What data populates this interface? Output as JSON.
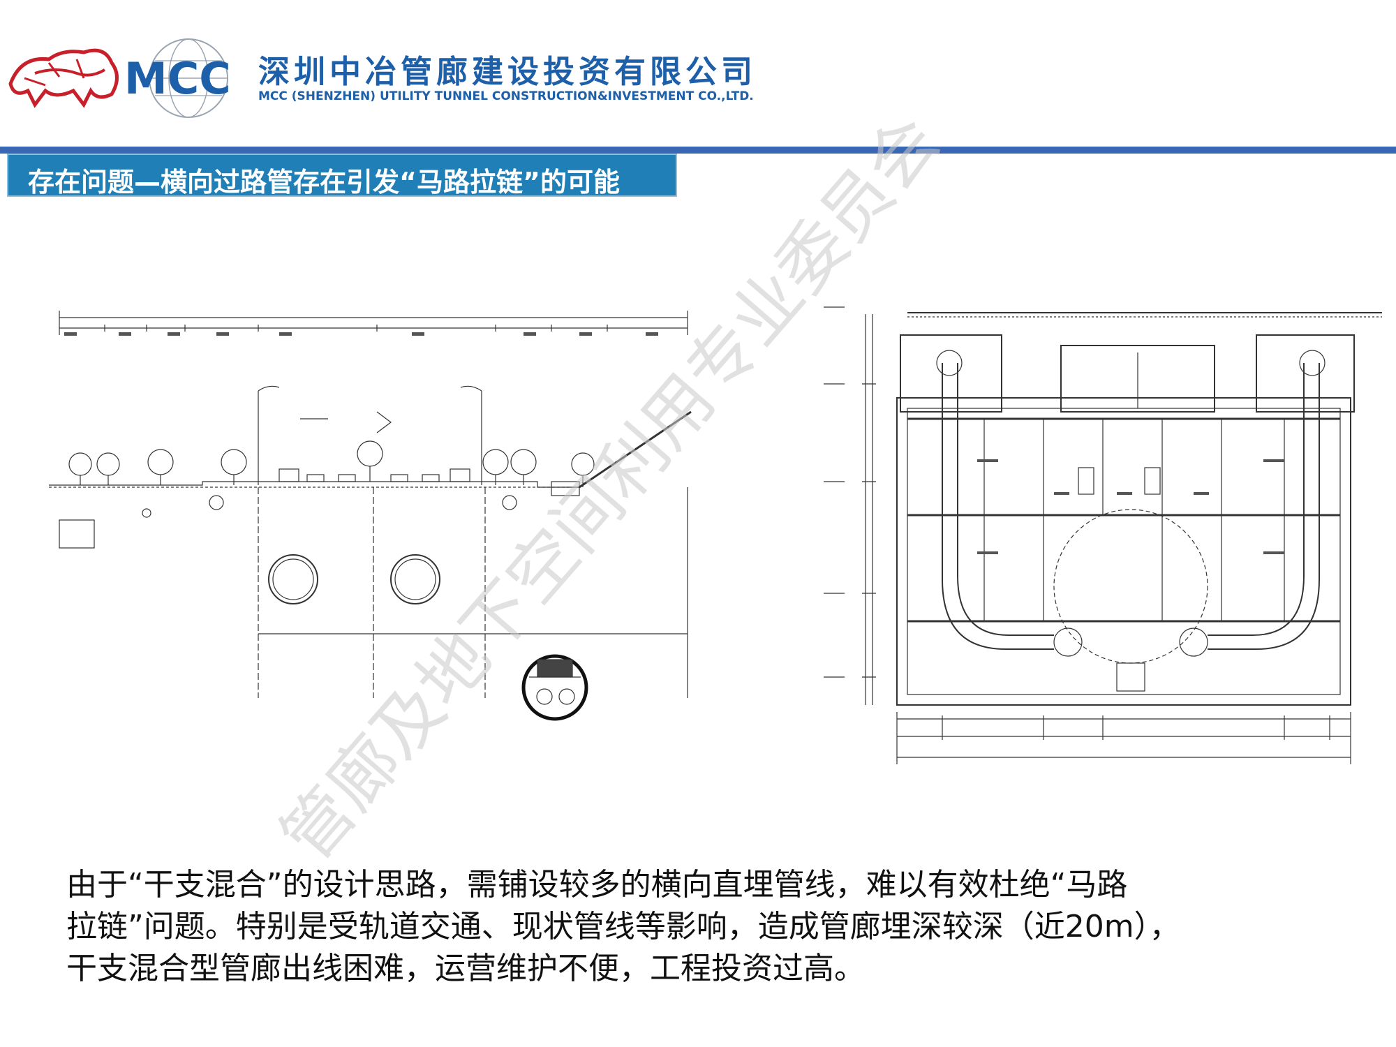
{
  "header": {
    "company_name_cn": "深圳中冶管廊建设投资有限公司",
    "company_name_en": "MCC (SHENZHEN) UTILITY TUNNEL CONSTRUCTION&INVESTMENT CO.,LTD.",
    "logo_text": "MCC"
  },
  "slide": {
    "title": "存在问题—横向过路管存在引发“马路拉链”的可能"
  },
  "body": {
    "lines": [
      "由于“干支混合”的设计思路，需铺设较多的横向直埋管线，难以有效杜绝“马路",
      "拉链”问题。特别是受轨道交通、现状管线等影响，造成管廊埋深较深（近20m），",
      "干支混合型管廊出线困难，运营维护不便，工程投资过高。"
    ]
  },
  "watermark": {
    "text": "管廊及地下空间利用专业委员会"
  },
  "colors": {
    "brand_blue": "#1d5fa8",
    "title_bar": "#1f7fb6",
    "rule": "#3a67b4",
    "logo_red": "#c8202a"
  }
}
